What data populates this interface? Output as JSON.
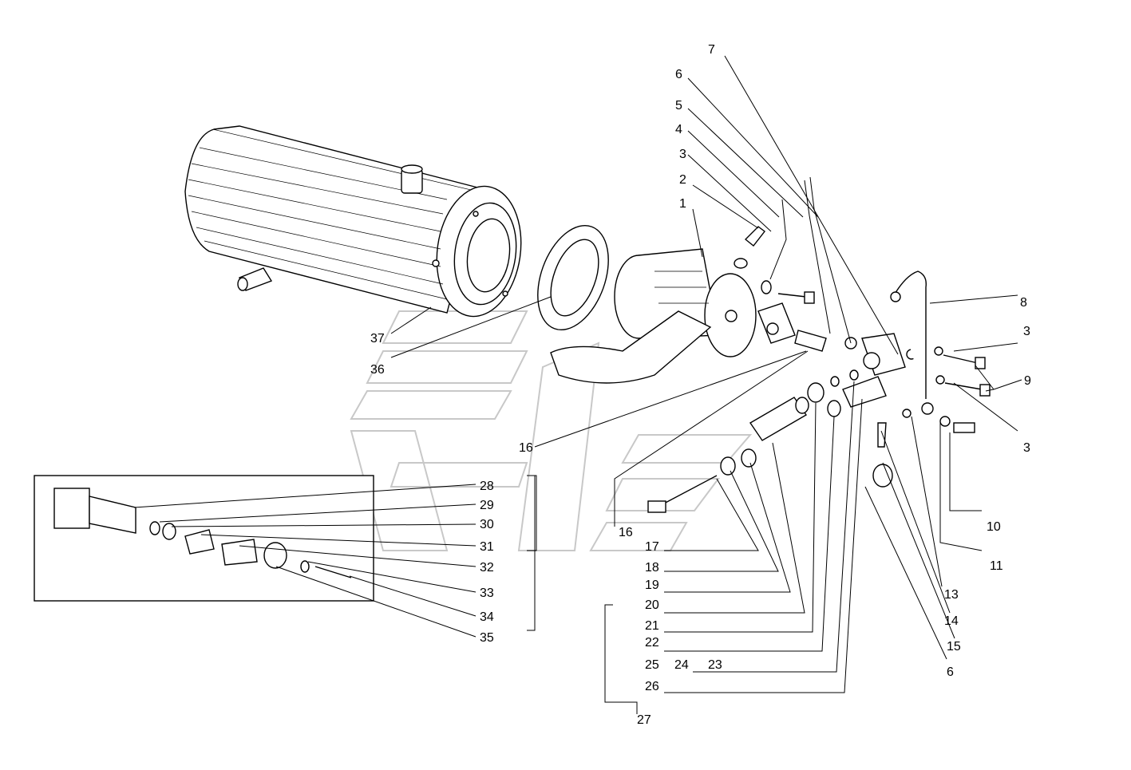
{
  "callouts": {
    "c1": "1",
    "c2": "2",
    "c3a": "3",
    "c3b": "3",
    "c3c": "3",
    "c4": "4",
    "c5": "5",
    "c6a": "6",
    "c6b": "6",
    "c7": "7",
    "c8": "8",
    "c9": "9",
    "c10": "10",
    "c11": "11",
    "c13": "13",
    "c14": "14",
    "c15": "15",
    "c16a": "16",
    "c16b": "16",
    "c17": "17",
    "c18": "18",
    "c19": "19",
    "c20": "20",
    "c21": "21",
    "c22": "22",
    "c23": "23",
    "c24": "24",
    "c25": "25",
    "c26": "26",
    "c27": "27",
    "c28": "28",
    "c29": "29",
    "c30": "30",
    "c31": "31",
    "c32": "32",
    "c33": "33",
    "c34": "34",
    "c35": "35",
    "c36": "36",
    "c37": "37"
  }
}
